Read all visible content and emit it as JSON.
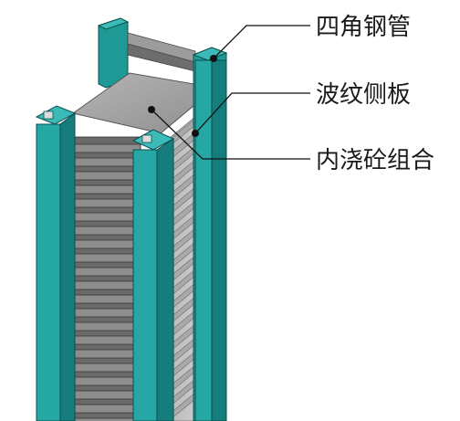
{
  "labels": {
    "steel_tube": "四角钢管",
    "corrugated_plate": "波纹侧板",
    "concrete_core": "内浇砼组合"
  },
  "colors": {
    "steel_front": "#25a7a4",
    "steel_side": "#157e7d",
    "steel_edge": "#0c4f4e",
    "corrugated_light": "#c7c7c7",
    "corrugated_dark": "#4d4d4d",
    "concrete_top": "#a6a6a6",
    "leader_line": "#111111"
  },
  "icons": [
    "leader-dot"
  ]
}
